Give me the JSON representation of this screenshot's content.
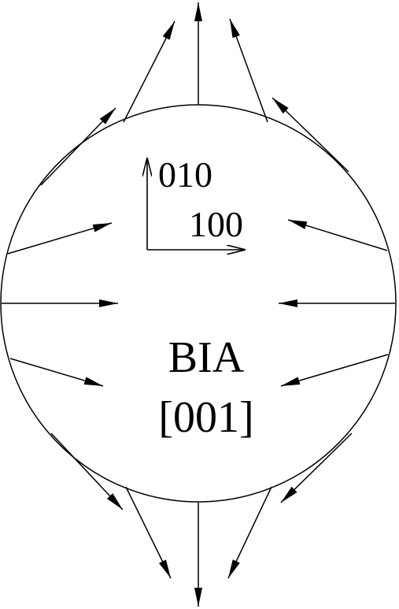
{
  "diagram": {
    "axis_labels": {
      "y": "010",
      "x": "100"
    },
    "title": "BIA",
    "subtitle": "[001]",
    "colors": {
      "stroke": "#000000",
      "background": "#ffffff"
    }
  }
}
